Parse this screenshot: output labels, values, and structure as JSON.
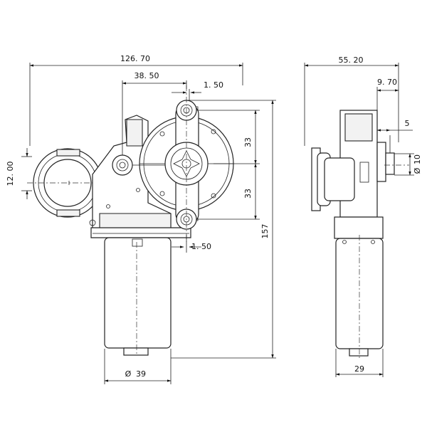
{
  "dimensions": {
    "overall_width": "126. 70",
    "gear_offset": "38. 50",
    "top_gap": "1. 50",
    "upper_half": "33",
    "lower_half": "33",
    "height": "157",
    "left_thickness": "12. 00",
    "bottom_gap": "1. 50",
    "motor_diameter": "39",
    "side_width": "55. 20",
    "side_shaft_offset": "9. 70",
    "side_shaft_step": "5",
    "side_shaft_diameter": "10",
    "side_motor_width": "29"
  },
  "symbols": {
    "diameter": "Ø"
  }
}
